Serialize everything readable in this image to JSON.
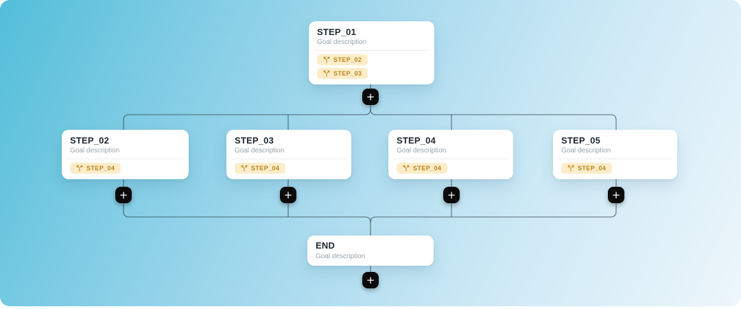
{
  "workflow": {
    "nodes": [
      {
        "title": "STEP_01",
        "description": "Goal description",
        "next_badges": [
          "STEP_02",
          "STEP_03"
        ]
      },
      {
        "title": "STEP_02",
        "description": "Goal description",
        "next_badges": [
          "STEP_04"
        ]
      },
      {
        "title": "STEP_03",
        "description": "Goal description",
        "next_badges": [
          "STEP_04"
        ]
      },
      {
        "title": "STEP_04",
        "description": "Goal description",
        "next_badges": [
          "STEP_04"
        ]
      },
      {
        "title": "STEP_05",
        "description": "Goal description",
        "next_badges": [
          "STEP_04"
        ]
      },
      {
        "title": "END",
        "description": "Goal description",
        "next_badges": []
      }
    ],
    "add_button_label": "+",
    "colors": {
      "background_gradient_start": "#53bed9",
      "background_gradient_end": "#edf6fb",
      "card_background": "#ffffff",
      "badge_background": "#fcedc9",
      "badge_text": "#bc8316",
      "connector_line": "#2f404a",
      "add_button_background": "#0a0a0a",
      "title_text": "#1f262b",
      "description_text": "#99a2a9"
    }
  }
}
